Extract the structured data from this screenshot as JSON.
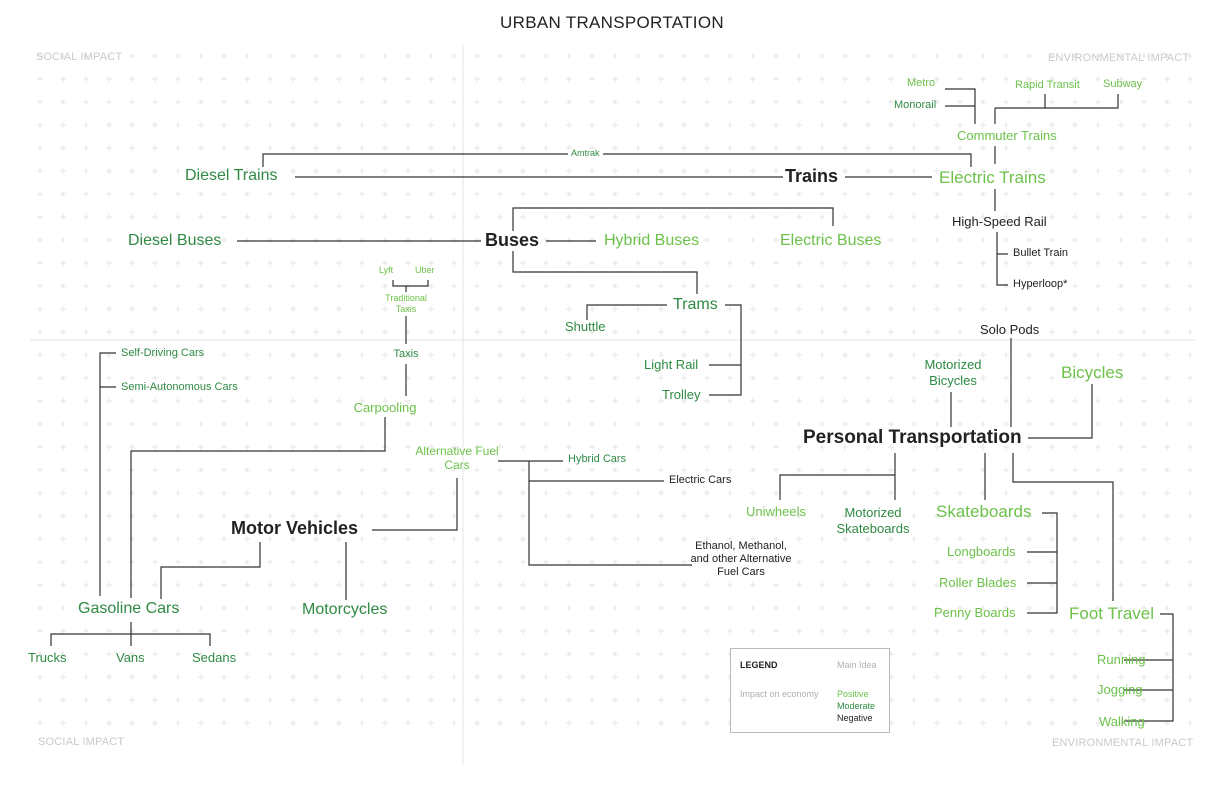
{
  "title": "URBAN TRANSPORTATION",
  "quadrants": {
    "top_left": "SOCIAL IMPACT",
    "top_right": "ENVIRONMENTAL IMPACT",
    "bottom_left": "SOCIAL IMPACT",
    "bottom_right": "ENVIRONMENTAL IMPACT"
  },
  "colors": {
    "main": "#222222",
    "positive": "#6cc24a",
    "moderate": "#2f8a44",
    "negative": "#222222",
    "line": "#333333",
    "quadrant_label": "#c9c9c9",
    "grid_plus": "#e6e6e6"
  },
  "nodes": {
    "metro": "Metro",
    "monorail": "Monorail",
    "rapid_transit": "Rapid Transit",
    "subway": "Subway",
    "commuter_trains": "Commuter Trains",
    "amtrak": "Amtrak",
    "diesel_trains": "Diesel Trains",
    "trains": "Trains",
    "electric_trains": "Electric Trains",
    "high_speed_rail": "High-Speed Rail",
    "bullet_train": "Bullet Train",
    "hyperloop": "Hyperloop*",
    "diesel_buses": "Diesel Buses",
    "buses": "Buses",
    "hybrid_buses": "Hybrid Buses",
    "electric_buses": "Electric Buses",
    "lyft": "Lyft",
    "uber": "Uber",
    "traditional_taxis": "Traditional Taxis",
    "taxis": "Taxis",
    "carpooling": "Carpooling",
    "trams": "Trams",
    "shuttle": "Shuttle",
    "light_rail": "Light Rail",
    "trolley": "Trolley",
    "solo_pods": "Solo Pods",
    "motorized_bicycles": "Motorized Bicycles",
    "bicycles": "Bicycles",
    "self_driving_cars": "Self-Driving Cars",
    "semi_autonomous_cars": "Semi-Autonomous Cars",
    "alternative_fuel_cars": "Alternative Fuel Cars",
    "hybrid_cars": "Hybrid Cars",
    "electric_cars": "Electric Cars",
    "ethanol": "Ethanol, Methanol, and other Alternative Fuel Cars",
    "personal_transportation": "Personal Transportation",
    "uniwheels": "Uniwheels",
    "motorized_skateboards": "Motorized Skateboards",
    "skateboards": "Skateboards",
    "longboards": "Longboards",
    "roller_blades": "Roller Blades",
    "penny_boards": "Penny Boards",
    "foot_travel": "Foot Travel",
    "running": "Running",
    "jogging": "Jogging",
    "walking": "Walking",
    "motor_vehicles": "Motor Vehicles",
    "motorcycles": "Motorcycles",
    "gasoline_cars": "Gasoline Cars",
    "trucks": "Trucks",
    "vans": "Vans",
    "sedans": "Sedans"
  },
  "legend": {
    "heading": "LEGEND",
    "main_idea": "Main Idea",
    "impact_label": "Impact on economy",
    "positive": "Positive",
    "moderate": "Moderate",
    "negative": "Negative"
  }
}
